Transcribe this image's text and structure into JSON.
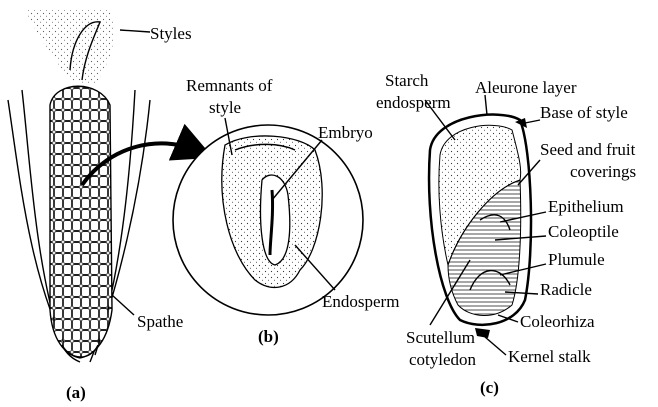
{
  "panel_a": {
    "caption": "(a)",
    "labels": {
      "styles": "Styles",
      "spathe": "Spathe"
    }
  },
  "panel_b": {
    "caption": "(b)",
    "labels": {
      "remnants_line1": "Remnants of",
      "remnants_line2": "style",
      "embryo": "Embryo",
      "endosperm": "Endosperm"
    }
  },
  "panel_c": {
    "caption": "(c)",
    "labels": {
      "starch_line1": "Starch",
      "starch_line2": "endosperm",
      "aleurone": "Aleurone layer",
      "base_style": "Base of style",
      "seed_line1": "Seed and fruit",
      "seed_line2": "coverings",
      "epithelium": "Epithelium",
      "coleoptile": "Coleoptile",
      "plumule": "Plumule",
      "radicle": "Radicle",
      "coleorhiza": "Coleorhiza",
      "scutellum_line1": "Scutellum",
      "scutellum_line2": "cotyledon",
      "kernel_stalk": "Kernel stalk"
    }
  }
}
